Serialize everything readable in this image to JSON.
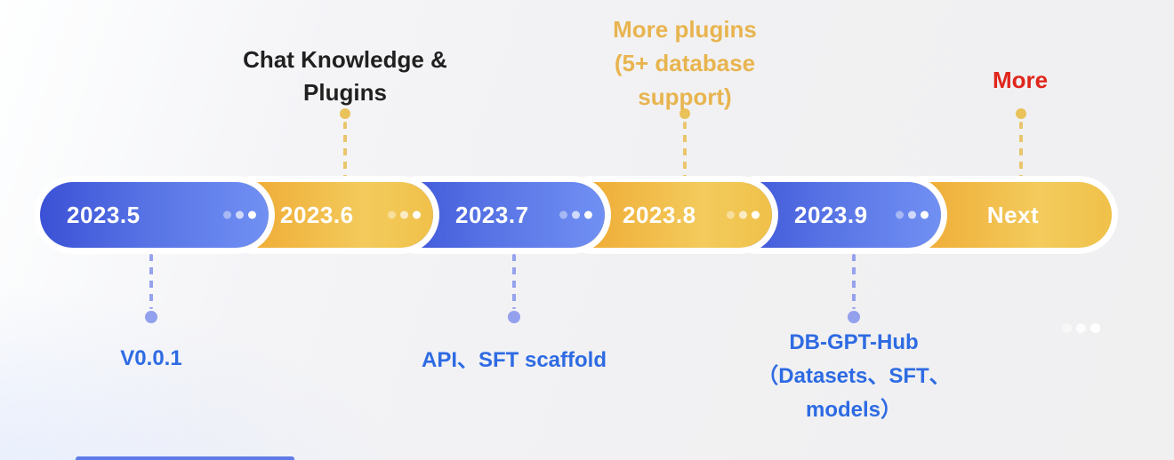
{
  "timeline": {
    "milestones": [
      {
        "label": "2023.5",
        "color_theme": "blue",
        "has_more_dots": true
      },
      {
        "label": "2023.6",
        "color_theme": "yellow",
        "has_more_dots": true
      },
      {
        "label": "2023.7",
        "color_theme": "blue",
        "has_more_dots": true
      },
      {
        "label": "2023.8",
        "color_theme": "yellow",
        "has_more_dots": true
      },
      {
        "label": "2023.9",
        "color_theme": "blue",
        "has_more_dots": true
      },
      {
        "label": "Next",
        "color_theme": "yellow",
        "has_more_dots": false
      }
    ]
  },
  "annotations": {
    "above": [
      {
        "milestone": "2023.6",
        "lines": [
          "Chat Knowledge &",
          "Plugins"
        ],
        "color": "#202020"
      },
      {
        "milestone": "2023.8",
        "lines": [
          "More plugins",
          "(5+ database",
          "support)"
        ],
        "color": "#e8b44f"
      },
      {
        "milestone": "Next",
        "lines": [
          "More"
        ],
        "color": "#e0261c"
      }
    ],
    "below": [
      {
        "milestone": "2023.5",
        "lines": [
          "V0.0.1"
        ],
        "color": "#2e6be3"
      },
      {
        "milestone": "2023.7",
        "lines": [
          "API、SFT scaffold"
        ],
        "color": "#2e6be3"
      },
      {
        "milestone": "2023.9",
        "lines": [
          "DB-GPT-Hub",
          "（Datasets、SFT、",
          "models）"
        ],
        "color": "#2e6be3"
      }
    ]
  },
  "colors": {
    "pill_blue_start": "#3b51d6",
    "pill_blue_end": "#7190f3",
    "pill_yellow_start": "#efa42d",
    "pill_yellow_end": "#f3cb5c",
    "connector_blue": "#96a2ec",
    "connector_gold": "#e9c56c",
    "label_black": "#202020",
    "label_gold": "#e8b44f",
    "label_red": "#e0261c",
    "label_blue": "#2e6be3",
    "background": "#f1f1f3"
  }
}
